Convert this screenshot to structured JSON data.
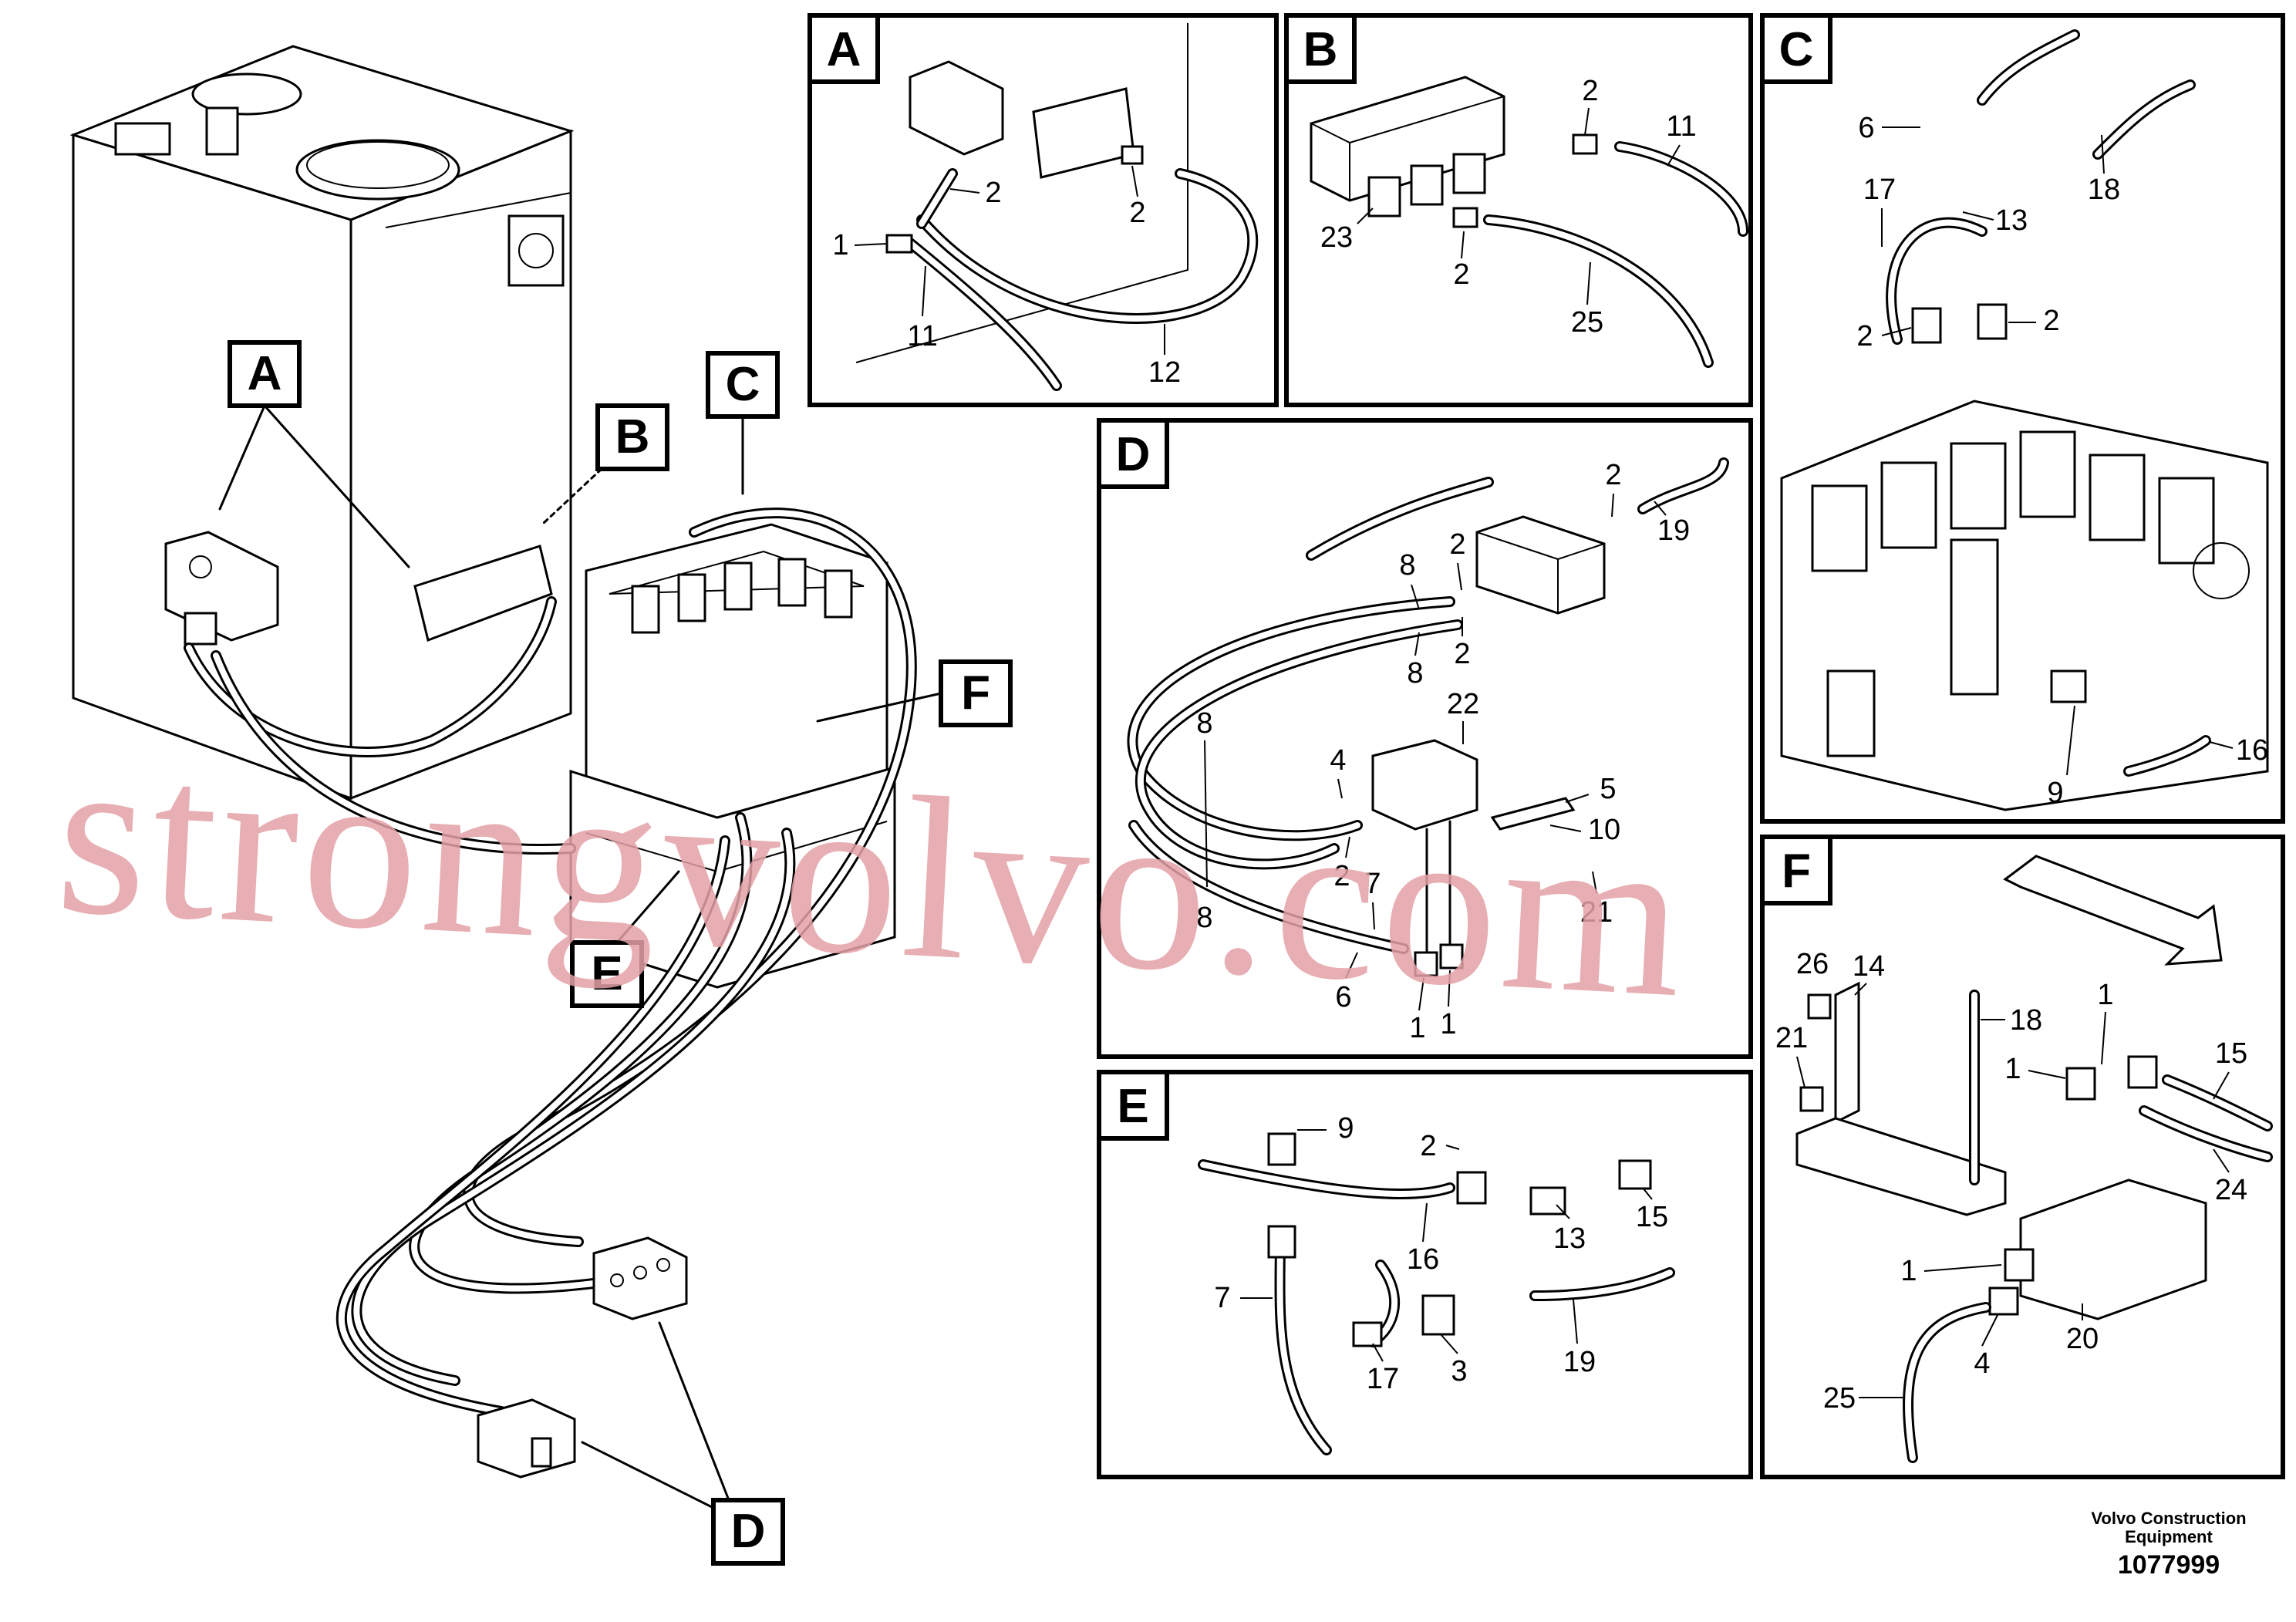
{
  "main_labels": {
    "A": "A",
    "B": "B",
    "C": "C",
    "D": "D",
    "E": "E",
    "F": "F"
  },
  "panels": [
    {
      "id": "A",
      "letter": "A",
      "callouts": [
        "2",
        "2",
        "1",
        "11",
        "12"
      ]
    },
    {
      "id": "B",
      "letter": "B",
      "callouts": [
        "2",
        "11",
        "23",
        "2",
        "25"
      ]
    },
    {
      "id": "C",
      "letter": "C",
      "callouts": [
        "6",
        "18",
        "17",
        "13",
        "2",
        "2",
        "9",
        "16"
      ]
    },
    {
      "id": "D",
      "letter": "D",
      "callouts": [
        "2",
        "19",
        "2",
        "8",
        "2",
        "8",
        "8",
        "22",
        "4",
        "5",
        "10",
        "2",
        "7",
        "8",
        "21",
        "6",
        "1",
        "1"
      ]
    },
    {
      "id": "E",
      "letter": "E",
      "callouts": [
        "9",
        "2",
        "13",
        "15",
        "16",
        "7",
        "17",
        "3",
        "19"
      ]
    },
    {
      "id": "F",
      "letter": "F",
      "callouts": [
        "26",
        "14",
        "1",
        "18",
        "21",
        "1",
        "15",
        "24",
        "1",
        "4",
        "20",
        "25"
      ]
    }
  ],
  "watermark": "strongvolvo.com",
  "footer": {
    "company": "Volvo Construction",
    "company2": "Equipment",
    "drawing_number": "1077999"
  },
  "colors": {
    "line": "#000000",
    "watermark": "#e3a1a6",
    "background": "#ffffff"
  }
}
